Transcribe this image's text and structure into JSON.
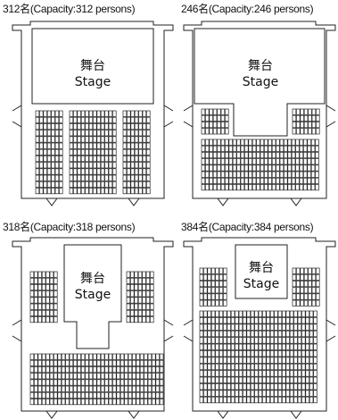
{
  "layouts": [
    {
      "caption": "312名(Capacity:312 persons)",
      "stage_jp": "舞台",
      "stage_en": "Stage",
      "variant": "full-floor"
    },
    {
      "caption": "246名(Capacity:246 persons)",
      "stage_jp": "舞台",
      "stage_en": "Stage",
      "variant": "side-blocks-rear-rows"
    },
    {
      "caption": "318名(Capacity:318 persons)",
      "stage_jp": "舞台",
      "stage_en": "Stage",
      "variant": "thrust-sides-rear-rows"
    },
    {
      "caption": "384名(Capacity:384 persons)",
      "stage_jp": "舞台",
      "stage_en": "Stage",
      "variant": "sides-plus-full-floor"
    }
  ]
}
